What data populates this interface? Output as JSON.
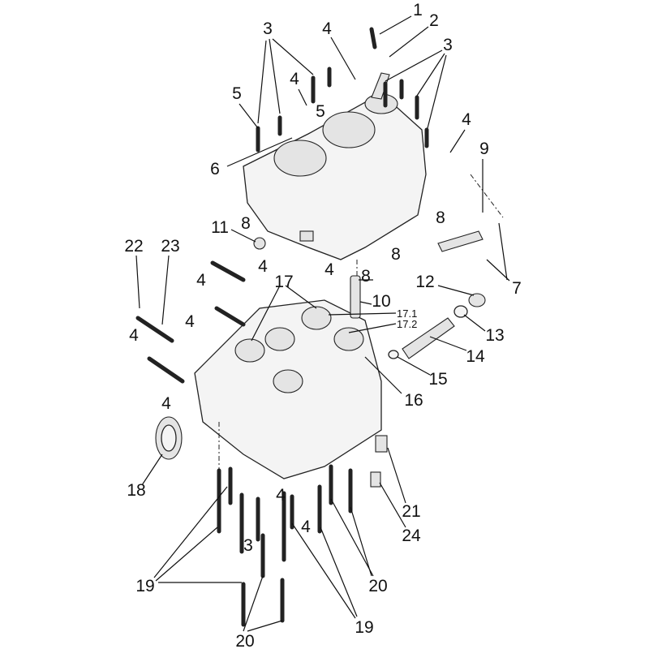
{
  "diagram": {
    "title": "Crankcase exploded view",
    "callouts": [
      "1",
      "2",
      "3",
      "3",
      "4",
      "5",
      "4",
      "5",
      "6",
      "4",
      "9",
      "8",
      "11",
      "8",
      "4",
      "8",
      "8",
      "22",
      "23",
      "4",
      "17",
      "12",
      "10",
      "7",
      "4",
      "17.1",
      "17.2",
      "4",
      "13",
      "4",
      "14",
      "15",
      "16",
      "4",
      "18",
      "21",
      "24",
      "4",
      "4",
      "3",
      "19",
      "20",
      "19",
      "20"
    ]
  }
}
